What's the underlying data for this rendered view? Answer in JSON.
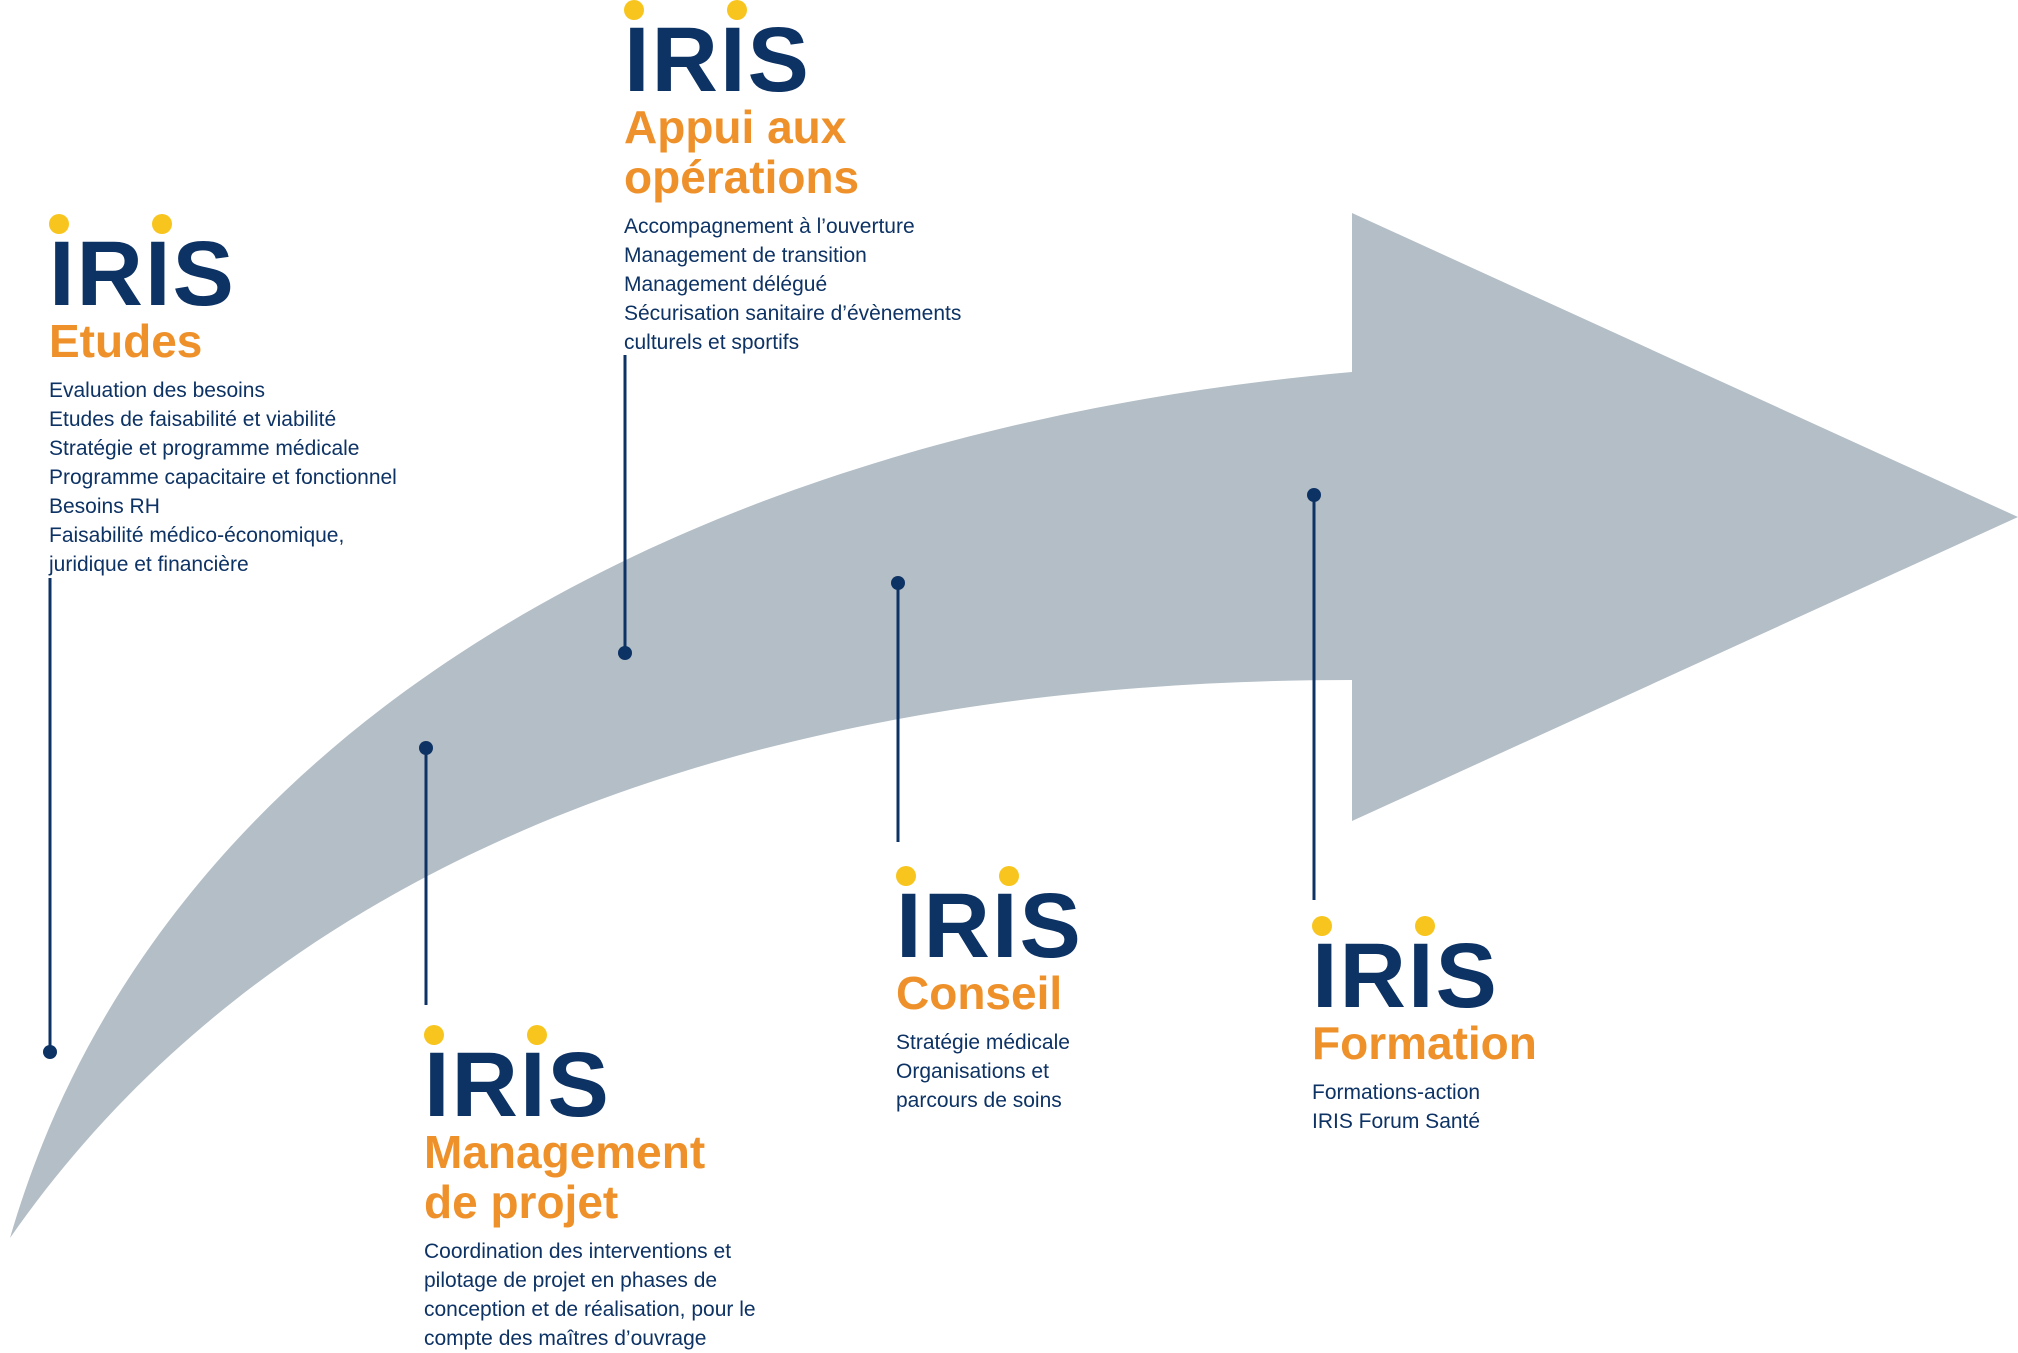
{
  "logo_text": "IRIS",
  "colors": {
    "arrow": "#b3bec6",
    "navy": "#0d3264",
    "orange": "#ee912a",
    "yellow": "#f7c51e"
  },
  "blocks": [
    {
      "title": "Etudes",
      "items": [
        "Evaluation des besoins",
        "Etudes de faisabilité et viabilité",
        "Stratégie et programme médicale",
        "Programme capacitaire et fonctionnel",
        "Besoins RH",
        "Faisabilité médico-économique,",
        "juridique et financière"
      ]
    },
    {
      "title": "Appui aux opérations",
      "items": [
        "Accompagnement à l’ouverture",
        "Management de transition",
        "Management délégué",
        "Sécurisation sanitaire d’évènements",
        "culturels et sportifs"
      ]
    },
    {
      "title": "Management de projet",
      "items": [
        "Coordination des interventions et",
        "pilotage de projet en phases de",
        "conception et de réalisation, pour le",
        "compte des maîtres d’ouvrage"
      ]
    },
    {
      "title": "Conseil",
      "items": [
        "Stratégie médicale",
        "Organisations et",
        "parcours de soins"
      ]
    },
    {
      "title": "Formation",
      "items": [
        "Formations-action",
        "IRIS Forum Santé"
      ]
    }
  ]
}
